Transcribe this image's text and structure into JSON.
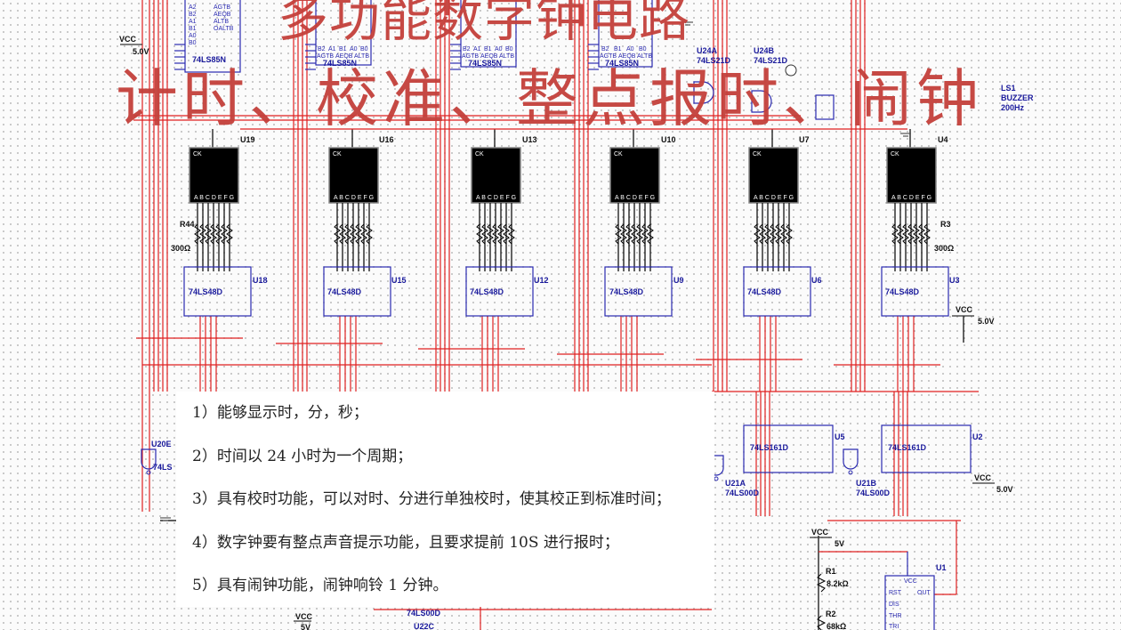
{
  "title": {
    "line1": "多功能数字钟电路",
    "line2": "计时、校准、整点报时、闹钟"
  },
  "requirements": [
    "1）能够显示时，分，秒；",
    "2）时间以 24 小时为一个周期；",
    "3）具有校时功能，可以对时、分进行单独校时，使其校正到标准时间；",
    "4）数字钟要有整点声音提示功能，且要求提前 10S 进行报时；",
    "5）具有闹钟功能，闹钟响铃 1 分钟。"
  ],
  "colors": {
    "wire": "#e02020",
    "component": "#2a2ab0",
    "title": "#c4403b",
    "display": "#000000"
  },
  "displays": [
    {
      "ref": "U19",
      "pins": "A B C D E F G",
      "top": "CK"
    },
    {
      "ref": "U16",
      "pins": "A B C D E F G",
      "top": "CK"
    },
    {
      "ref": "U13",
      "pins": "A B C D E F G",
      "top": "CK"
    },
    {
      "ref": "U10",
      "pins": "A B C D E F G",
      "top": "CK"
    },
    {
      "ref": "U7",
      "pins": "A B C D E F G",
      "top": "CK"
    },
    {
      "ref": "U4",
      "pins": "A B C D E F G",
      "top": "CK"
    }
  ],
  "drivers": [
    {
      "ref": "U18",
      "part": "74LS48D"
    },
    {
      "ref": "U15",
      "part": "74LS48D"
    },
    {
      "ref": "U12",
      "part": "74LS48D"
    },
    {
      "ref": "U9",
      "part": "74LS48D"
    },
    {
      "ref": "U6",
      "part": "74LS48D"
    },
    {
      "ref": "U3",
      "part": "74LS48D"
    }
  ],
  "resistor_arrays": [
    {
      "ref": "R44",
      "value": "300Ω"
    },
    {
      "ref": "R3",
      "value": "300Ω"
    }
  ],
  "comparators": [
    {
      "part": "74LS85N",
      "pins": [
        "A2",
        "B2",
        "A1",
        "B1",
        "A0",
        "B0",
        "AGTB",
        "AEQB",
        "ALTB"
      ],
      "out": "OALTB"
    },
    {
      "part": "74LS85N",
      "pins": [
        "B2",
        "A1",
        "B1",
        "A0",
        "B0",
        "AGTB",
        "AEQB",
        "ALTB"
      ]
    },
    {
      "part": "74LS85N",
      "pins": [
        "B2",
        "A1",
        "B1",
        "A0",
        "B0",
        "AGTB",
        "AEQB",
        "ALTB"
      ]
    },
    {
      "part": "74LS85N",
      "pins": [
        "B2",
        "B1",
        "A0",
        "B0",
        "AGTB",
        "AEQB",
        "ALTB"
      ]
    }
  ],
  "counters": [
    {
      "ref": "U5",
      "part": "74LS161D"
    },
    {
      "ref": "U2",
      "part": "74LS161D"
    }
  ],
  "gates": [
    {
      "ref": "U21A",
      "part": "74LS00D"
    },
    {
      "ref": "U21B",
      "part": "74LS00D"
    },
    {
      "ref": "U20E",
      "part": "74LS"
    },
    {
      "ref": "U24A",
      "part": "74LS21D"
    },
    {
      "ref": "U24B",
      "part": "74LS21D"
    },
    {
      "ref": "U22C",
      "part": "74LS00D"
    }
  ],
  "buzzer": {
    "ref": "LS1",
    "type": "BUZZER",
    "freq": "200Hz"
  },
  "timer": {
    "ref": "U1",
    "pins": [
      "VCC",
      "RST",
      "OUT",
      "DIS",
      "THR",
      "TRI"
    ]
  },
  "resistors": [
    {
      "ref": "R1",
      "value": "8.2kΩ"
    },
    {
      "ref": "R2",
      "value": "68kΩ"
    }
  ],
  "sources": [
    {
      "name": "VCC",
      "value": "5.0V"
    },
    {
      "name": "VCC",
      "value": "5.0V"
    },
    {
      "name": "VCC",
      "value": "5.0V"
    },
    {
      "name": "VCC",
      "value": "5V"
    },
    {
      "name": "VCC",
      "value": "5V"
    }
  ]
}
